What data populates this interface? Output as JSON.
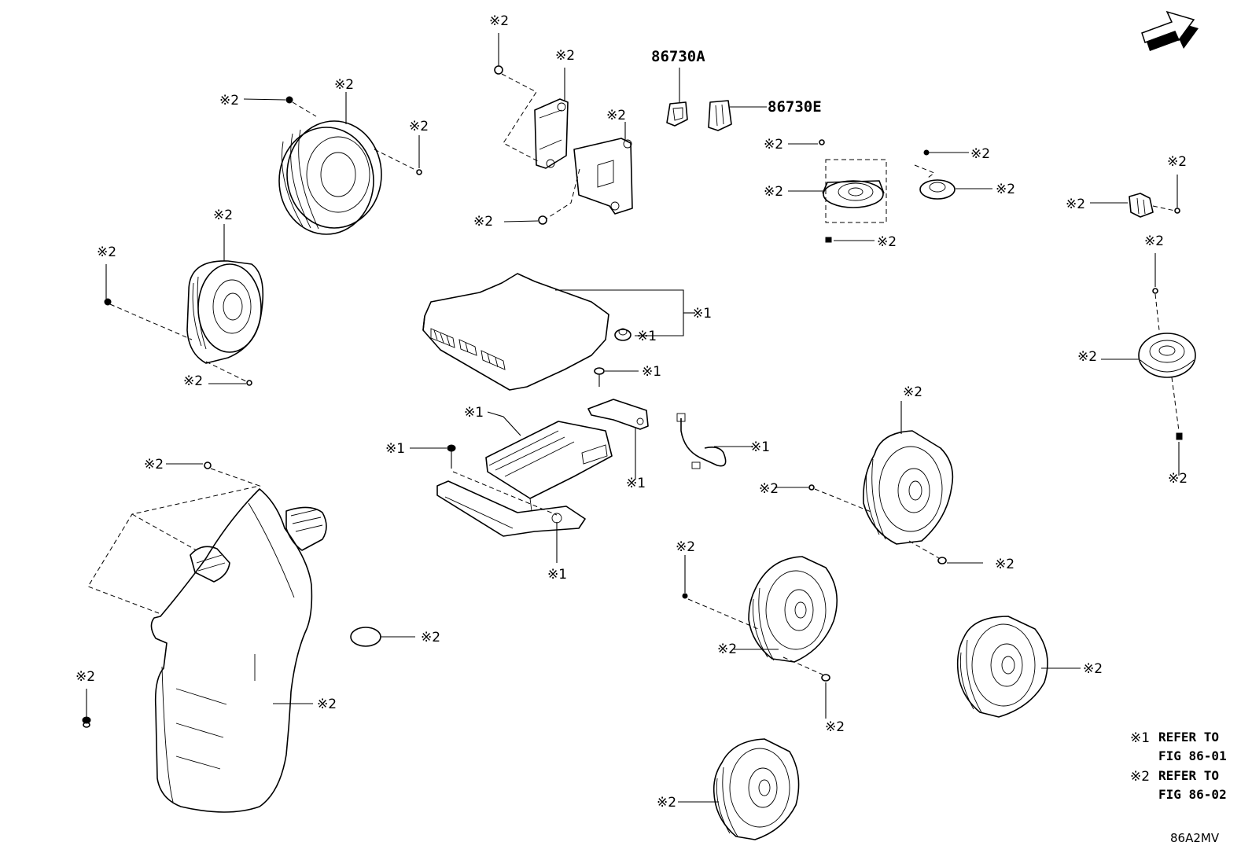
{
  "marks": {
    "ref1": "※1",
    "ref2": "※2"
  },
  "part_numbers": [
    "86730A",
    "86730E"
  ],
  "fwd_arrow": "FWD",
  "notes": [
    {
      "mark": "※1",
      "line1": "REFER TO",
      "line2": "FIG 86-01"
    },
    {
      "mark": "※2",
      "line1": "REFER TO",
      "line2": "FIG 86-02"
    }
  ],
  "diagram_code": "86A2MV",
  "colors": {
    "ink": "#000000",
    "paper": "#ffffff"
  }
}
